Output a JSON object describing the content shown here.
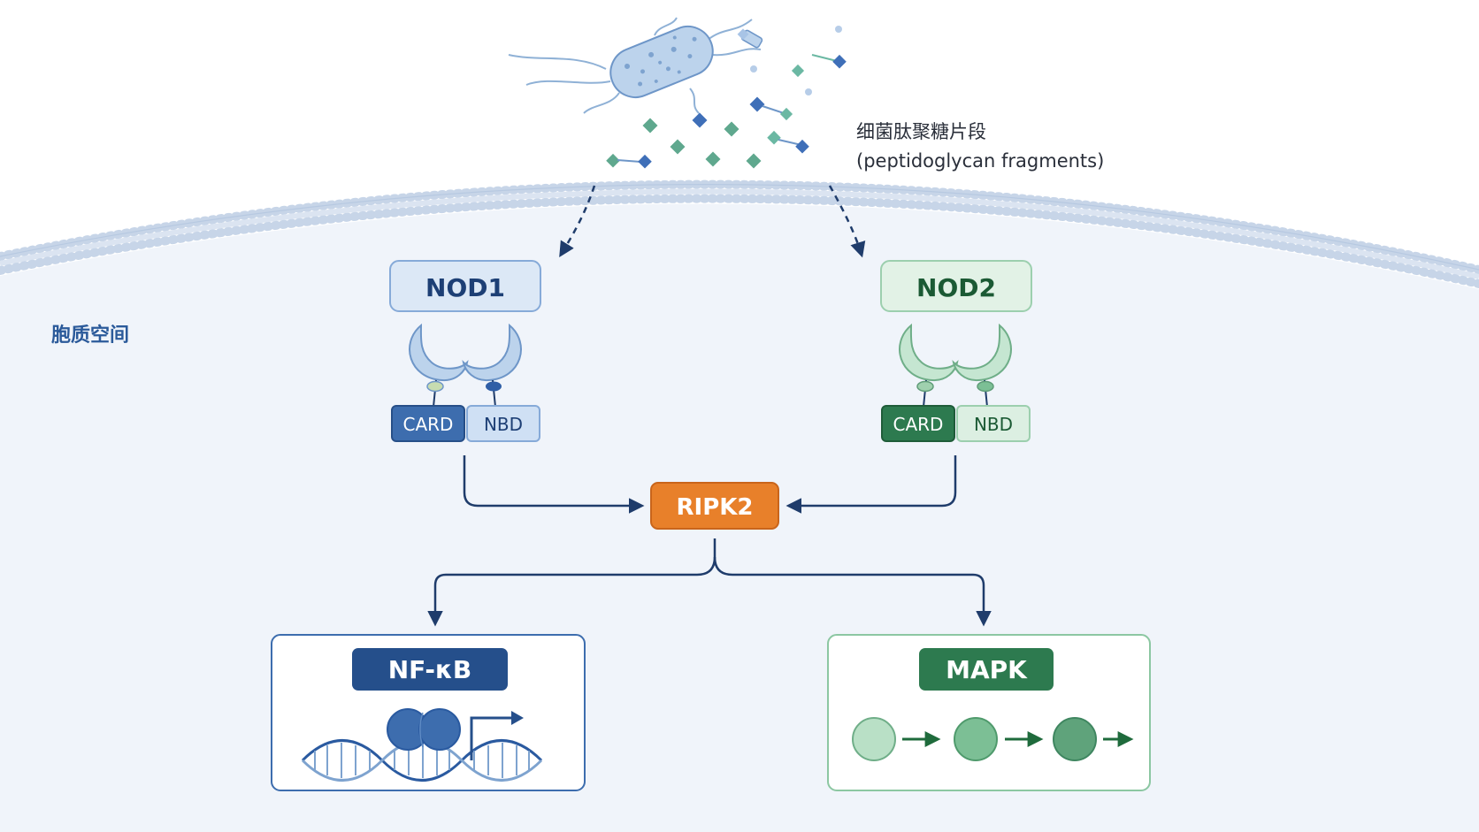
{
  "fragments_label": {
    "zh": "细菌肽聚糖片段",
    "en": "(peptidoglycan fragments)"
  },
  "cytoplasm_label": "胞质空间",
  "nod1": {
    "title": "NOD1",
    "card": "CARD",
    "nbd": "NBD"
  },
  "nod2": {
    "title": "NOD2",
    "card": "CARD",
    "nbd": "NBD"
  },
  "ripk2": "RIPK2",
  "nfkb": {
    "title": "NF-κB"
  },
  "mapk": {
    "title": "MAPK"
  },
  "colors": {
    "membrane": "#b7c9e1",
    "nod1_blue": "#3d6dae",
    "nod2_green": "#2d7a4f",
    "ripk2_orange": "#e8802a",
    "arrow_navy": "#1f3c6b",
    "cytoplasm": "#f0f4fa"
  },
  "icons": [
    "bacterium-icon",
    "peptidoglycan-fragment-icon",
    "dna-icon",
    "kinase-circle-icon"
  ]
}
